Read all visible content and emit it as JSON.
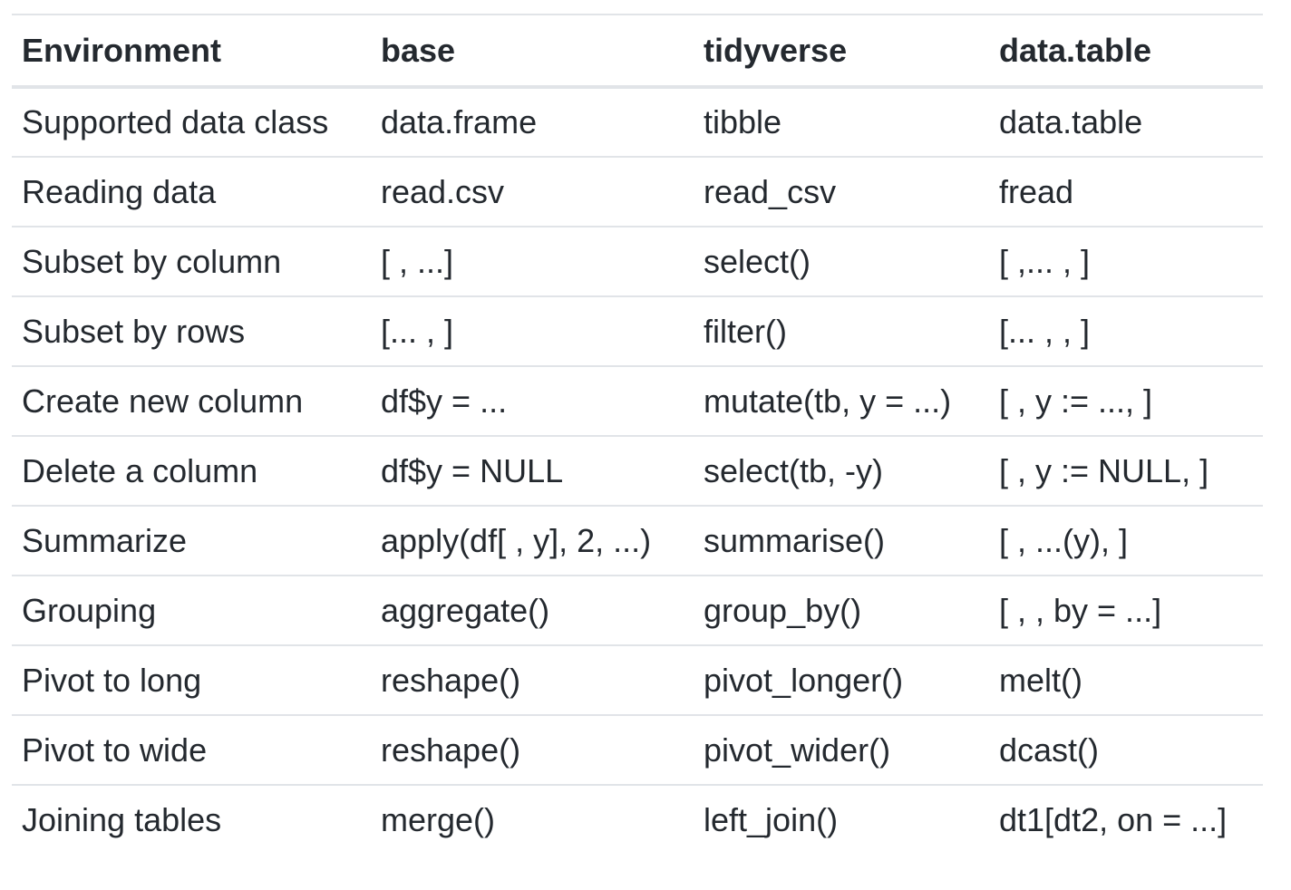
{
  "table": {
    "headers": [
      "Environment",
      "base",
      "tidyverse",
      "data.table"
    ],
    "rows": [
      [
        "Supported data class",
        "data.frame",
        "tibble",
        "data.table"
      ],
      [
        "Reading data",
        "read.csv",
        "read_csv",
        "fread"
      ],
      [
        "Subset by column",
        "[ , ...]",
        "select()",
        "[ ,... , ]"
      ],
      [
        "Subset by rows",
        "[... , ]",
        "filter()",
        "[... , , ]"
      ],
      [
        "Create new column",
        "df$y = ...",
        "mutate(tb, y = ...)",
        "[ , y := ..., ]"
      ],
      [
        "Delete a column",
        "df$y = NULL",
        "select(tb, -y)",
        "[ , y := NULL, ]"
      ],
      [
        "Summarize",
        "apply(df[ , y], 2, ...)",
        "summarise()",
        "[ , ...(y), ]"
      ],
      [
        "Grouping",
        "aggregate()",
        "group_by()",
        "[ , , by = ...]"
      ],
      [
        "Pivot to long",
        "reshape()",
        "pivot_longer()",
        "melt()"
      ],
      [
        "Pivot to wide",
        "reshape()",
        "pivot_wider()",
        "dcast()"
      ],
      [
        "Joining tables",
        "merge()",
        "left_join()",
        "dt1[dt2, on = ...]"
      ]
    ]
  }
}
